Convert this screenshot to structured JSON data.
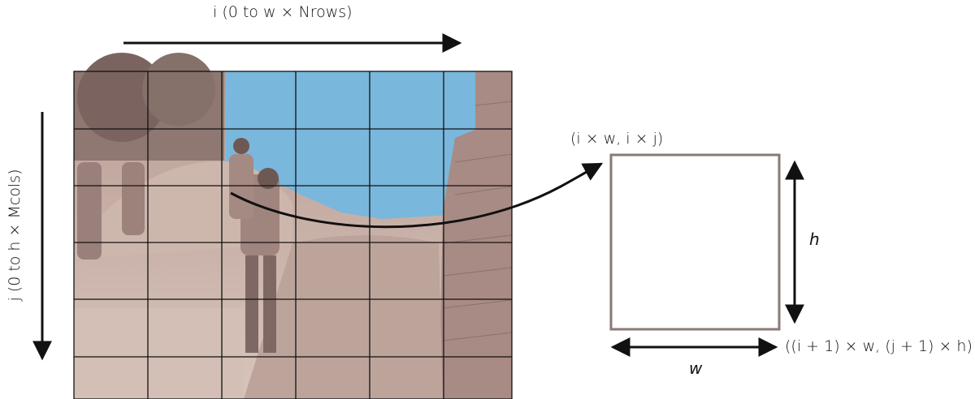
{
  "labels": {
    "x_axis": "i (0 to w × Nrows)",
    "y_axis": "j (0 to h × Mcols)",
    "top_left_corner": "(i × w, i × j)",
    "bottom_right_corner": "((i + 1) × w, (j + 1) × h)",
    "height": "h",
    "width": "w"
  },
  "grid": {
    "columns": 6,
    "rows": 6
  },
  "colors": {
    "sky": "#7ab7dc",
    "photo_tone": "#c9aea3",
    "grid_line": "#111111",
    "cell_border": "#8a7a76"
  }
}
